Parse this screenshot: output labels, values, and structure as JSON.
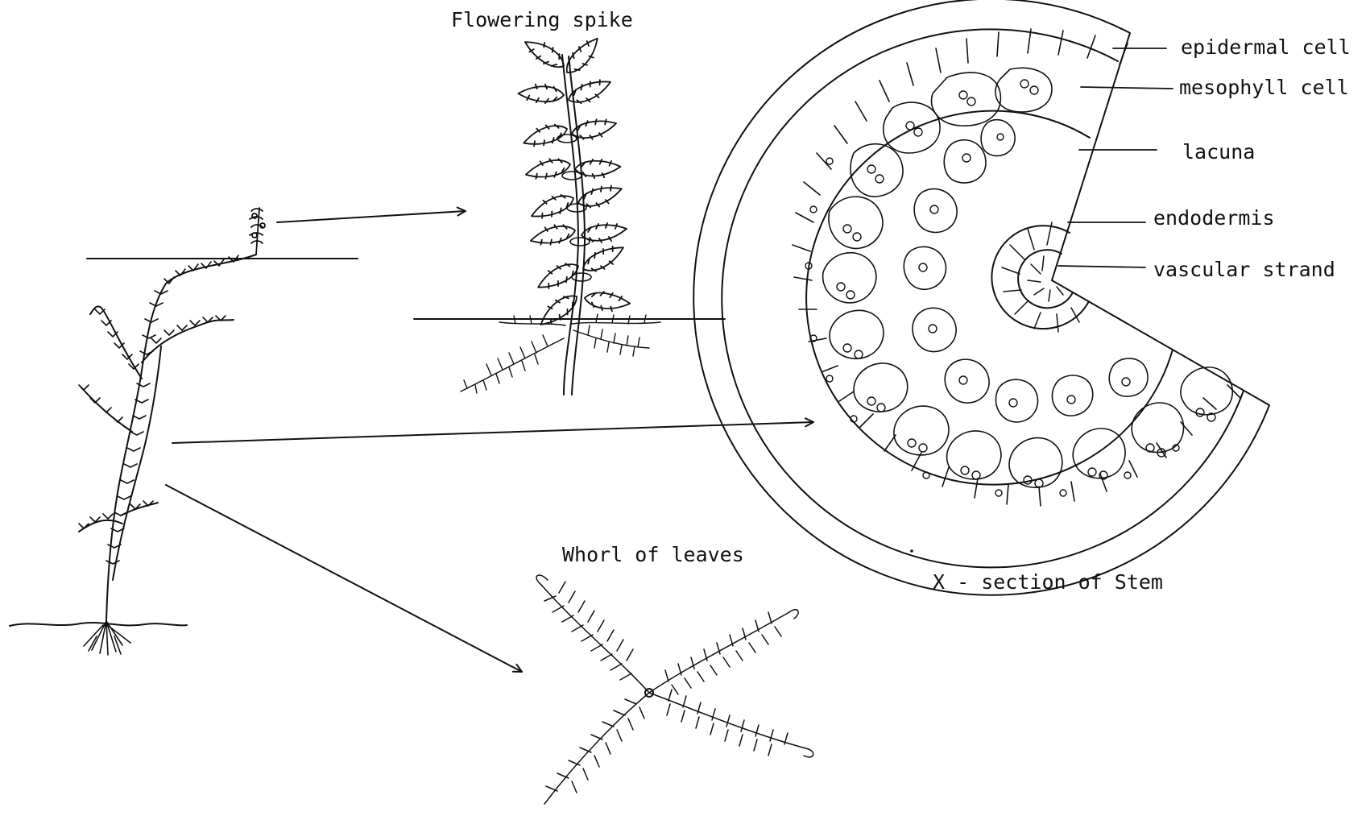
{
  "captions": {
    "flowering_spike": "Flowering spike",
    "whorl_of_leaves": "Whorl of leaves",
    "x_section": "X - section of Stem"
  },
  "cross_section_labels": {
    "epidermal_cell": "epidermal cell",
    "mesophyll_cell": "mesophyll cell",
    "lacuna": "lacuna",
    "endodermis": "endodermis",
    "vascular_strand": "vascular strand"
  },
  "colors": {
    "ink": "#111111",
    "paper": "#ffffff"
  }
}
